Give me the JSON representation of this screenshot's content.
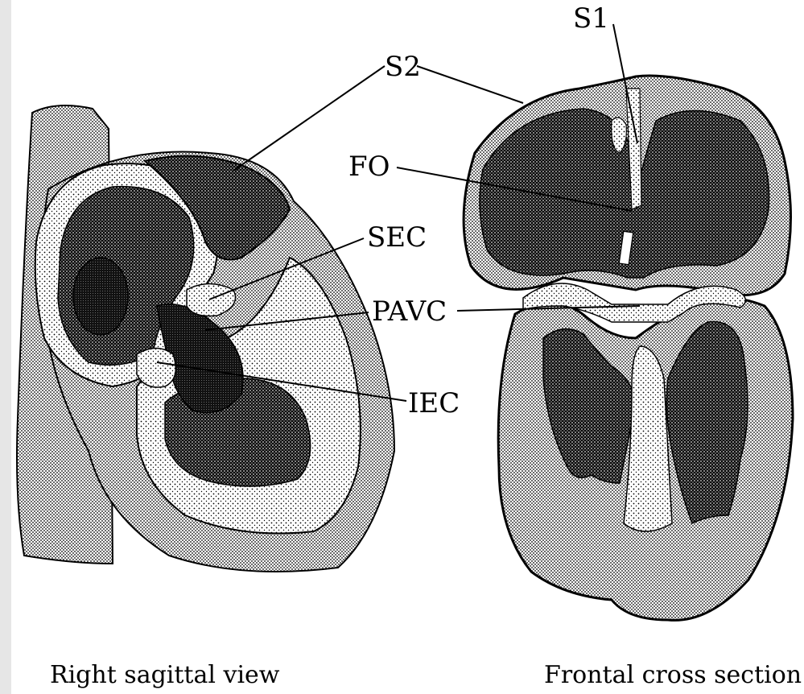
{
  "labels": {
    "s1": "S1",
    "s2": "S2",
    "fo": "FO",
    "sec": "SEC",
    "pavc": "PAVC",
    "iec": "IEC"
  },
  "captions": {
    "left": "Right sagittal view",
    "right": "Frontal cross section"
  },
  "colors": {
    "background": "#e6e6e6",
    "panel": "#ffffff",
    "ink": "#000000"
  }
}
